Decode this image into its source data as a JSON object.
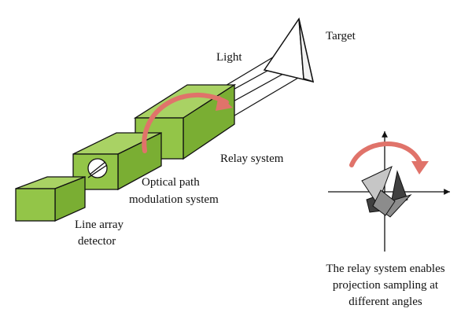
{
  "labels": {
    "target": "Target",
    "light": "Light",
    "relay_system": "Relay system",
    "optical_path_line1": "Optical path",
    "optical_path_line2": "modulation system",
    "detector_line1": "Line array",
    "detector_line2": "detector",
    "caption_line1": "The relay system enables",
    "caption_line2": "projection sampling at",
    "caption_line3": "different angles"
  },
  "colors": {
    "box_face": "#93C548",
    "box_side": "#7AAE33",
    "box_top": "#A9D264",
    "outline": "#111111",
    "arrow": "#E0736A",
    "shape_dark": "#404040",
    "shape_mid": "#8C8C8C",
    "shape_light": "#C6C6C6"
  }
}
